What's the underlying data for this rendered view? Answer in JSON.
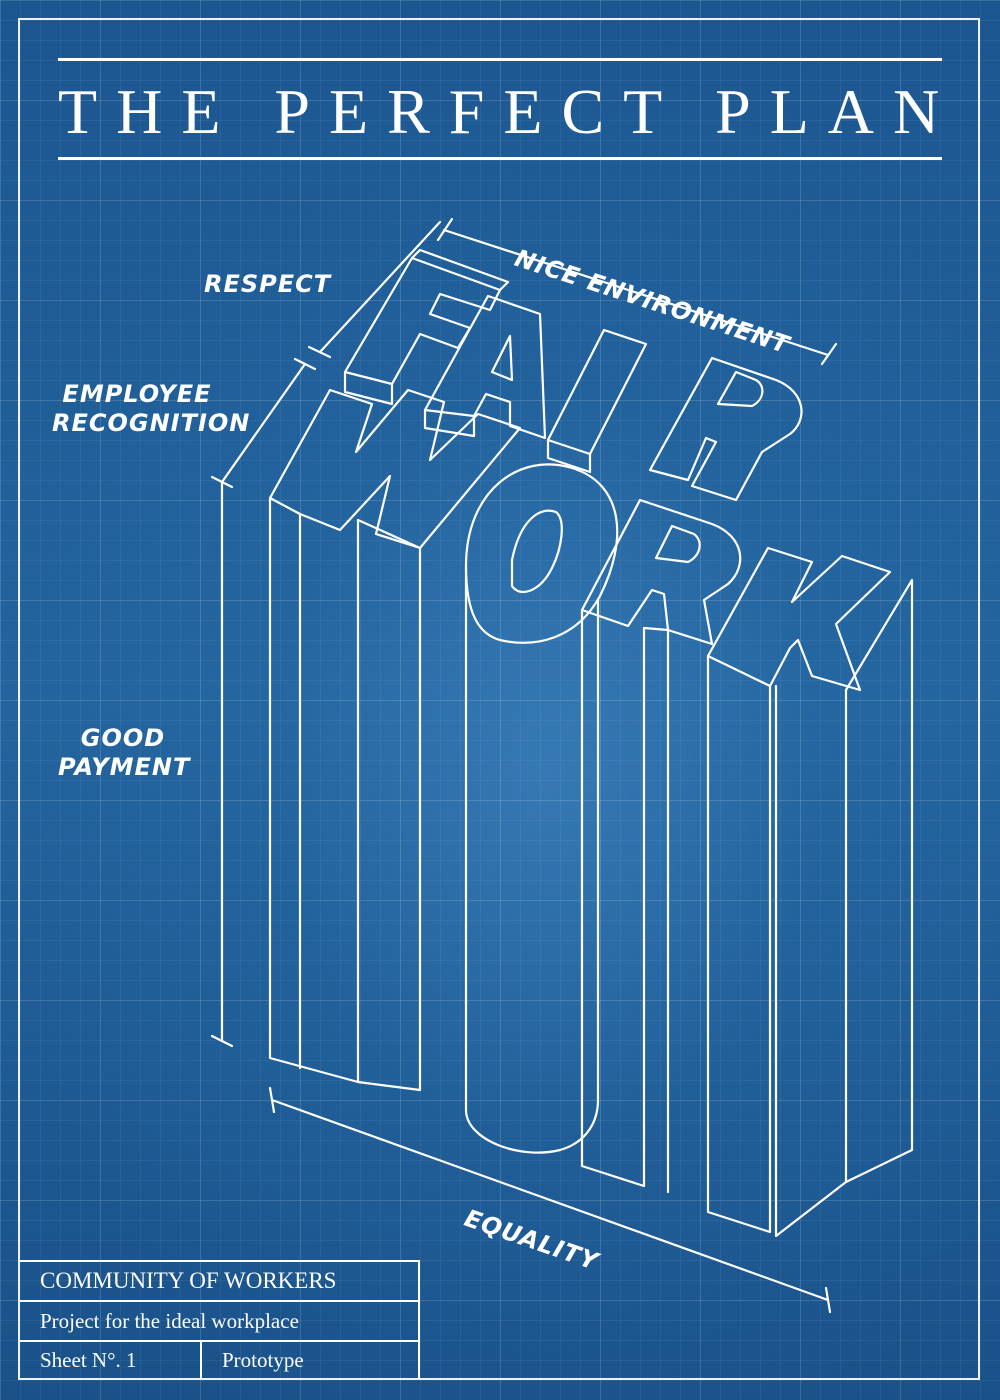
{
  "poster": {
    "title": "THE PERFECT PLAN",
    "headline_words": [
      "FAIR",
      "WORK"
    ],
    "dimension_labels": {
      "nice_environment": "NICE ENVIRONMENT",
      "respect": "RESPECT",
      "employee_recognition_line1": "EMPLOYEE",
      "employee_recognition_line2": "RECOGNITION",
      "good_payment_line1": "GOOD",
      "good_payment_line2": "PAYMENT",
      "equality": "EQUALITY"
    },
    "title_block": {
      "organization": "COMMUNITY OF WORKERS",
      "project": "Project for the ideal workplace",
      "sheet": "Sheet N°. 1",
      "status": "Prototype"
    },
    "colors": {
      "background": "#1f5a8f",
      "line": "#ffffff"
    }
  }
}
